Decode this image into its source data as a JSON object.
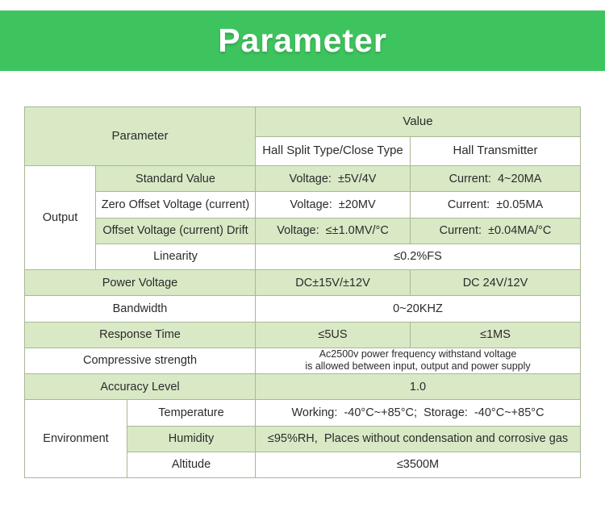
{
  "banner": {
    "title": "Parameter"
  },
  "colors": {
    "banner_green": "#3ec45e",
    "cell_green": "#d9e9c6",
    "border": "#a9b796"
  },
  "table": {
    "header": {
      "parameter": "Parameter",
      "value": "Value",
      "hall_split": "Hall Split Type/Close Type",
      "hall_transmitter": "Hall Transmitter"
    },
    "output": {
      "label": "Output",
      "rows": [
        {
          "param": "Standard Value",
          "split": "Voltage:  ±5V/4V",
          "transmitter": "Current:  4~20MA"
        },
        {
          "param": "Zero Offset Voltage (current)",
          "split": "Voltage:  ±20MV",
          "transmitter": "Current:  ±0.05MA"
        },
        {
          "param": "Offset Voltage (current) Drift",
          "split": "Voltage:  ≤±1.0MV/°C",
          "transmitter": "Current:  ±0.04MA/°C"
        },
        {
          "param": "Linearity",
          "merged": "≤0.2%FS"
        }
      ]
    },
    "general_rows": [
      {
        "label": "Power Voltage",
        "split": "DC±15V/±12V",
        "transmitter": "DC 24V/12V"
      },
      {
        "label": "Bandwidth",
        "merged": "0~20KHZ"
      },
      {
        "label": "Response Time",
        "split": "≤5US",
        "transmitter": "≤1MS"
      },
      {
        "label": "Compressive strength",
        "merged_line1": "Ac2500v power frequency withstand voltage",
        "merged_line2": "is allowed between input, output and power supply"
      },
      {
        "label": "Accuracy Level",
        "merged": "1.0"
      }
    ],
    "environment": {
      "label": "Environment",
      "rows": [
        {
          "param": "Temperature",
          "merged": "Working:  -40°C~+85°C;  Storage:  -40°C~+85°C"
        },
        {
          "param": "Humidity",
          "merged": "≤95%RH,  Places without condensation and corrosive gas"
        },
        {
          "param": "Altitude",
          "merged": "≤3500M"
        }
      ]
    }
  }
}
